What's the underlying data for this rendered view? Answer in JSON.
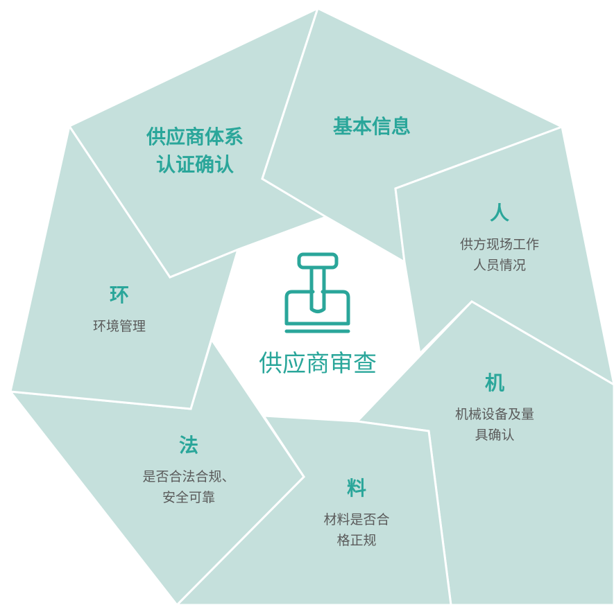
{
  "center": {
    "title": "供应商审查",
    "icon": "stamp-icon"
  },
  "segments": [
    {
      "id": "system",
      "title_lines": [
        "供应商体系",
        "认证确认"
      ],
      "desc_lines": []
    },
    {
      "id": "basic",
      "title_lines": [
        "基本信息"
      ],
      "desc_lines": []
    },
    {
      "id": "people",
      "title_lines": [
        "人"
      ],
      "desc_lines": [
        "供方现场工作",
        "人员情况"
      ]
    },
    {
      "id": "machine",
      "title_lines": [
        "机"
      ],
      "desc_lines": [
        "机械设备及量",
        "具确认"
      ]
    },
    {
      "id": "material",
      "title_lines": [
        "料"
      ],
      "desc_lines": [
        "材料是否合",
        "格正规"
      ]
    },
    {
      "id": "law",
      "title_lines": [
        "法"
      ],
      "desc_lines": [
        "是否合法合规、",
        "安全可靠"
      ]
    },
    {
      "id": "environment",
      "title_lines": [
        "环"
      ],
      "desc_lines": [
        "环境管理"
      ]
    }
  ],
  "colors": {
    "segment_fill": "#c5e0dc",
    "accent": "#2aa69a",
    "desc_text": "#5a5a5a",
    "background": "#ffffff"
  }
}
